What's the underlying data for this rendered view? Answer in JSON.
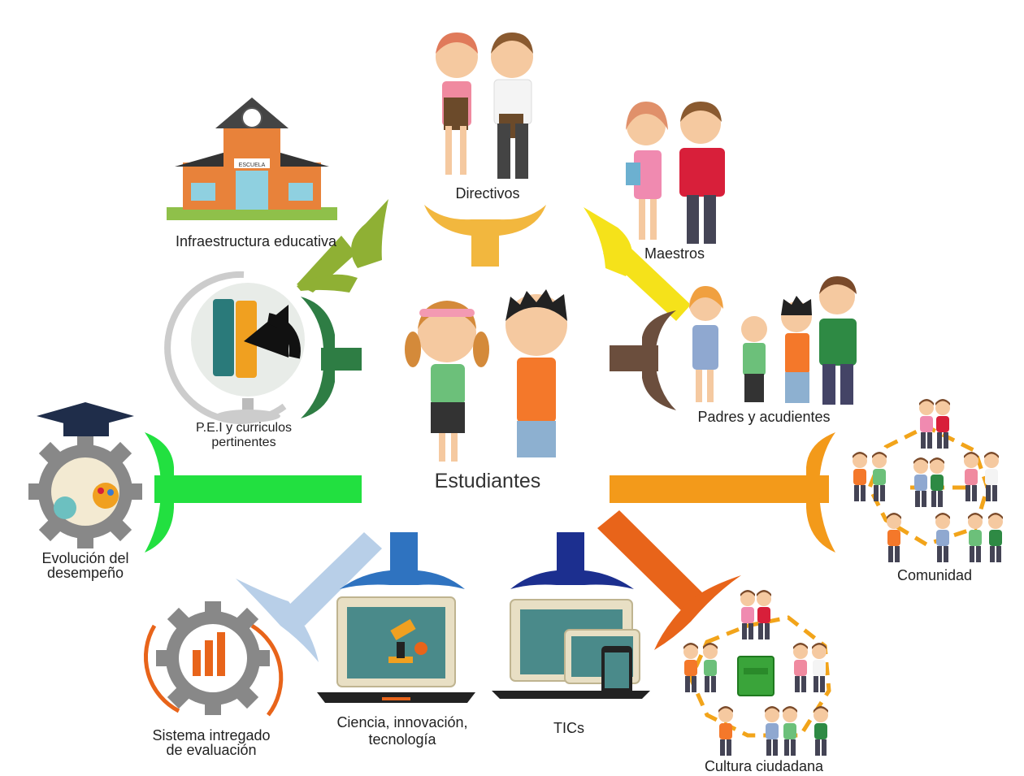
{
  "center": {
    "label": "Estudiantes"
  },
  "nodes": {
    "directivos": {
      "label": "Directivos",
      "color": "#f2b73e",
      "icon": "principal-and-staff-icon"
    },
    "maestros": {
      "label": "Maestros",
      "color": "#f5e21a",
      "icon": "teachers-icon"
    },
    "padres": {
      "label": "Padres y acudientes",
      "color": "#6b4e3d",
      "icon": "family-icon"
    },
    "comunidad": {
      "label": "Comunidad",
      "color": "#f39a1a",
      "icon": "community-network-icon"
    },
    "cultura": {
      "label": "Cultura ciudadana",
      "color": "#e8641a",
      "icon": "citizen-culture-icon"
    },
    "tics": {
      "label": "TICs",
      "color": "#1c2f8f",
      "icon": "devices-icon"
    },
    "ciencia": {
      "label_line1": "Ciencia, innovación,",
      "label_line2": "tecnología",
      "color": "#2f73c0",
      "icon": "laptop-microscope-icon"
    },
    "sistema": {
      "label_line1": "Sistema intregado",
      "label_line2": "de evaluación",
      "color": "#b8cfe8",
      "icon": "gear-chart-icon"
    },
    "evolucion": {
      "label_line1": "Evolución del",
      "label_line2": "desempeño",
      "color": "#22e040",
      "icon": "graduation-gear-icon"
    },
    "pei": {
      "label_line1": "P.E.I y curriculos",
      "label_line2": "pertinentes",
      "color": "#2e7d44",
      "icon": "globe-books-icon"
    },
    "infraestructura": {
      "label": "Infraestructura educativa",
      "color": "#8fb034",
      "icon": "school-building-icon"
    }
  },
  "school_sign": "ESCUELA"
}
